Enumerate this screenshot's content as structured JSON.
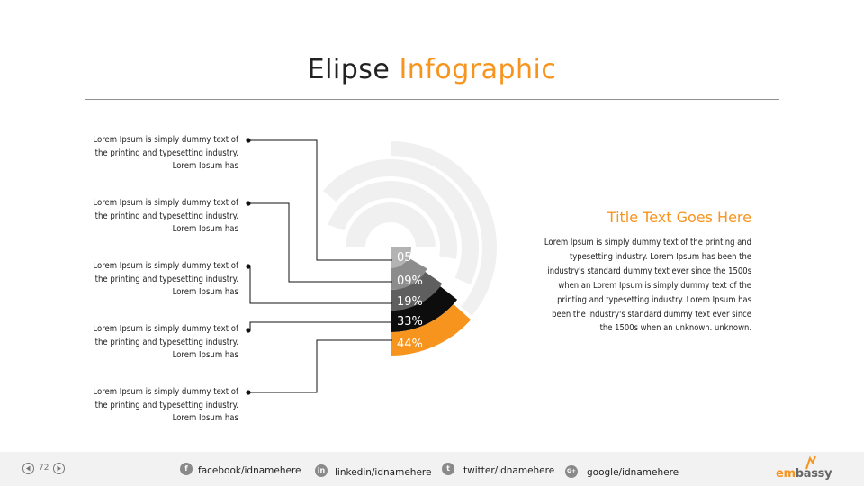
{
  "slide": {
    "title_part1": "Elipse",
    "title_part2": "Infographic",
    "accent_color": "#f7941d"
  },
  "left_labels": [
    "Lorem Ipsum is simply dummy text of the printing and typesetting industry. Lorem Ipsum has",
    "Lorem Ipsum is simply dummy text of the printing and typesetting industry. Lorem Ipsum has",
    "Lorem Ipsum is simply dummy text of the printing and typesetting industry. Lorem Ipsum has",
    "Lorem Ipsum is simply dummy text of the printing and typesetting industry. Lorem Ipsum has",
    "Lorem Ipsum is simply dummy text of the printing and typesetting industry. Lorem Ipsum has"
  ],
  "segments": [
    {
      "label": "05%",
      "value": 5,
      "color": "#b3b3b3"
    },
    {
      "label": "09%",
      "value": 9,
      "color": "#8c8c8c"
    },
    {
      "label": "19%",
      "value": 19,
      "color": "#5f5f5f"
    },
    {
      "label": "33%",
      "value": 33,
      "color": "#0d0d0d"
    },
    {
      "label": "44%",
      "value": 44,
      "color": "#f7941d"
    }
  ],
  "side": {
    "title": "Title Text Goes Here",
    "body": "Lorem Ipsum is simply dummy text of the printing and typesetting industry. Lorem Ipsum has been the industry's standard dummy text ever since the 1500s when an Lorem Ipsum is simply dummy text of the printing and typesetting industry. Lorem Ipsum has been the industry's standard dummy text ever since the 1500s when an unknown. unknown."
  },
  "footer": {
    "page_number": "72",
    "social": [
      {
        "icon": "facebook-icon",
        "glyph": "f",
        "text": "facebook/idnamehere"
      },
      {
        "icon": "linkedin-icon",
        "glyph": "in",
        "text": "linkedin/idnamehere"
      },
      {
        "icon": "twitter-icon",
        "glyph": "t",
        "text": "twitter/idnamehere"
      },
      {
        "icon": "google-plus-icon",
        "glyph": "G+",
        "text": "google/idnamehere"
      }
    ],
    "logo_text_a": "em",
    "logo_text_b": "bassy"
  }
}
